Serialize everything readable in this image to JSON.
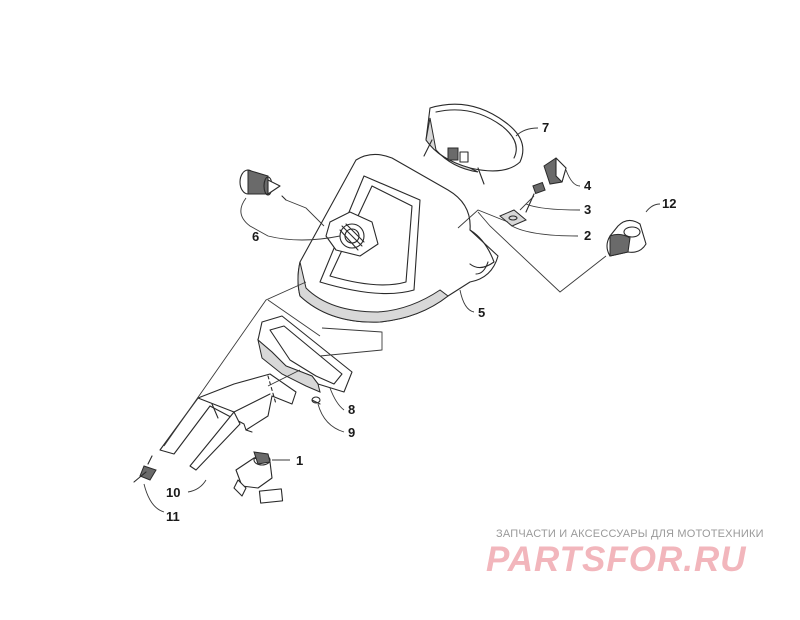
{
  "diagram": {
    "callouts": [
      {
        "id": "c1",
        "label": "1"
      },
      {
        "id": "c2",
        "label": "2"
      },
      {
        "id": "c3",
        "label": "3"
      },
      {
        "id": "c4",
        "label": "4"
      },
      {
        "id": "c5",
        "label": "5"
      },
      {
        "id": "c6",
        "label": "6"
      },
      {
        "id": "c7",
        "label": "7"
      },
      {
        "id": "c8",
        "label": "8"
      },
      {
        "id": "c9",
        "label": "9"
      },
      {
        "id": "c10",
        "label": "10"
      },
      {
        "id": "c11",
        "label": "11"
      },
      {
        "id": "c12",
        "label": "12"
      }
    ]
  },
  "watermark": {
    "tagline": "ЗАПЧАСТИ И АКСЕССУАРЫ ДЛЯ МОТОТЕХНИКИ",
    "brand": "PARTSFOR.RU",
    "brand_color": "#f2b6bc"
  }
}
